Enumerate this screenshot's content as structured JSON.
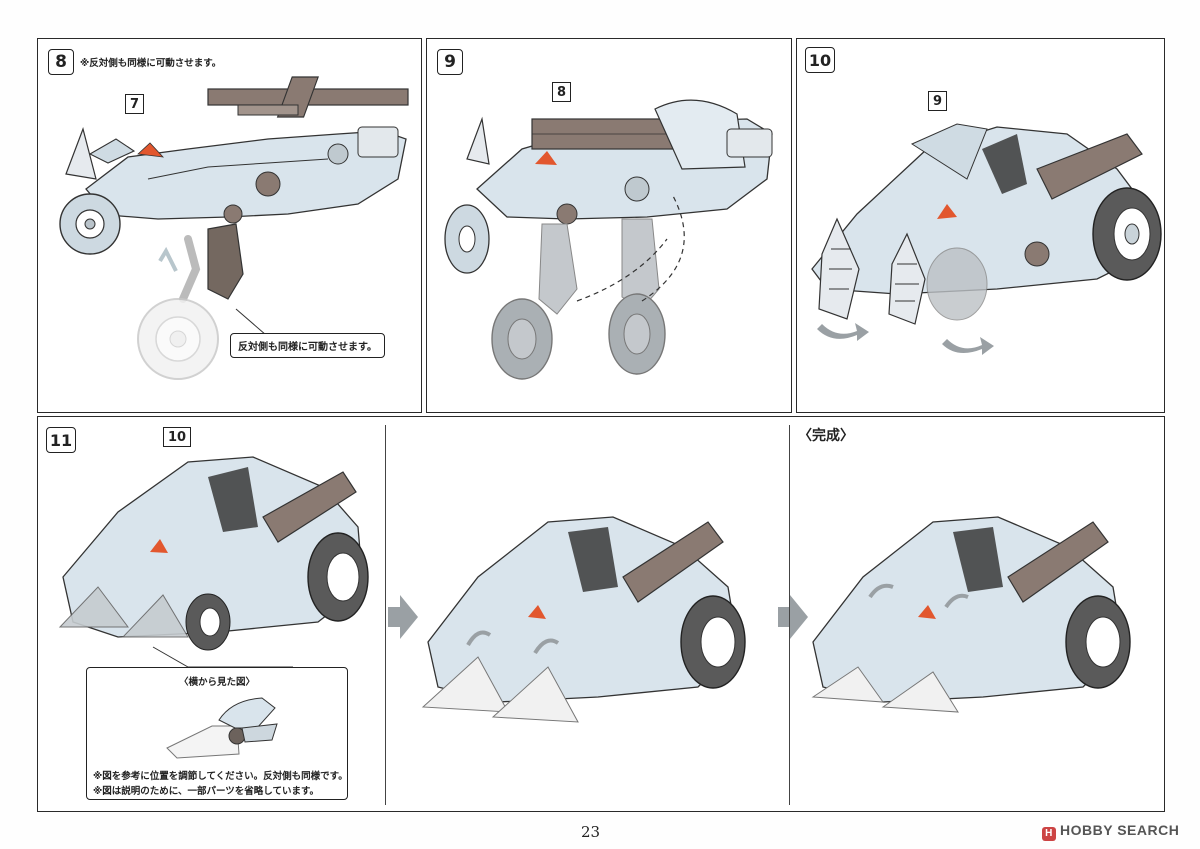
{
  "steps": {
    "s8": {
      "num": "8",
      "ref": "7",
      "note": "※反対側も同様に可動させます。",
      "callout": "反対側も同様に可動させます。"
    },
    "s9": {
      "num": "9",
      "ref": "8"
    },
    "s10": {
      "num": "10",
      "ref": "9"
    },
    "s11": {
      "num": "11",
      "ref": "10",
      "side_view_title": "〈横から見た図〉",
      "notes": [
        "※図を参考に位置を調節してください。反対側も同様です。",
        "※図は説明のために、一部パーツを省略しています。"
      ]
    },
    "complete": {
      "label": "〈完成〉"
    }
  },
  "page_number": "23",
  "watermark": {
    "mark": "H",
    "text": "HOBBY SEARCH"
  },
  "colors": {
    "body": "#d9e4ec",
    "brown": "#8a7a72",
    "ghost": "#c4c8cc",
    "outline": "#333333",
    "arrow": "#9aa0a4",
    "accent": "#e2572e"
  }
}
